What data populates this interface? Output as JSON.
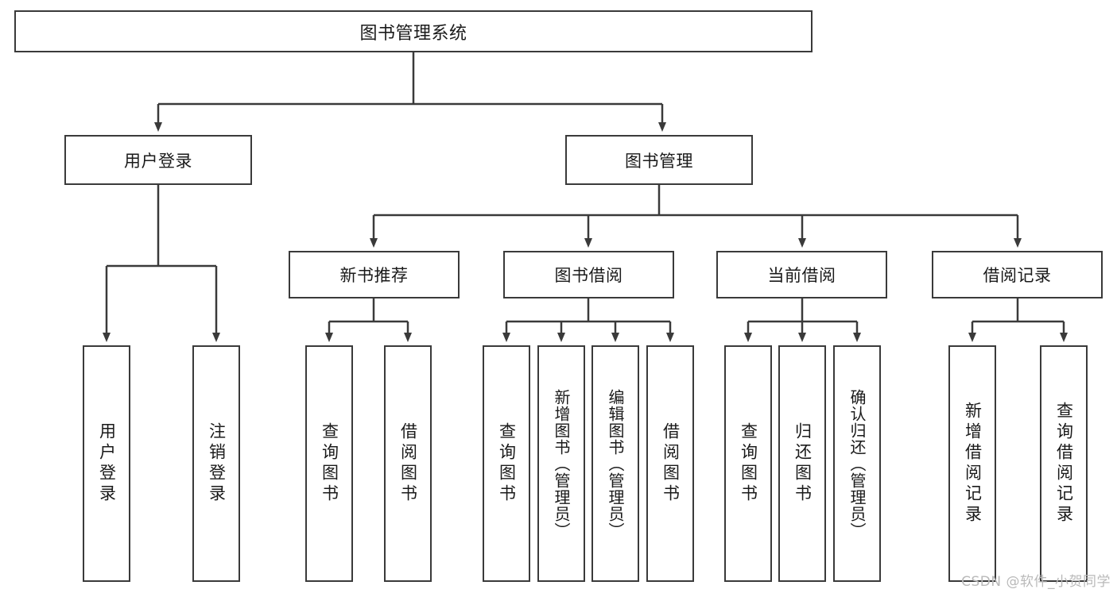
{
  "diagram": {
    "title": "图书管理系统",
    "type": "tree",
    "colors": {
      "box_border": "#3a3a3a",
      "box_fill": "#ffffff",
      "connector": "#3a3a3a",
      "text": "#1a1a1a",
      "watermark": "#b9b9b9",
      "background": "#ffffff"
    },
    "levels": {
      "root": {
        "label": "图书管理系统"
      },
      "level2": [
        {
          "id": "user-login",
          "label": "用户登录"
        },
        {
          "id": "book-manage",
          "label": "图书管理"
        }
      ],
      "level3": [
        {
          "id": "new-book-recommend",
          "label": "新书推荐",
          "parent": "book-manage"
        },
        {
          "id": "book-borrow",
          "label": "图书借阅",
          "parent": "book-manage"
        },
        {
          "id": "current-borrow",
          "label": "当前借阅",
          "parent": "book-manage"
        },
        {
          "id": "borrow-record",
          "label": "借阅记录",
          "parent": "book-manage"
        }
      ],
      "leaves": [
        {
          "id": "leaf-user-login",
          "label": "用户登录",
          "parent": "user-login"
        },
        {
          "id": "leaf-user-logout",
          "label": "注销登录",
          "parent": "user-login"
        },
        {
          "id": "leaf-query-book-1",
          "label": "查询图书",
          "parent": "new-book-recommend"
        },
        {
          "id": "leaf-borrow-book-1",
          "label": "借阅图书",
          "parent": "new-book-recommend"
        },
        {
          "id": "leaf-query-book-2",
          "label": "查询图书",
          "parent": "book-borrow"
        },
        {
          "id": "leaf-add-book",
          "label": "新增图书（管理员）",
          "parent": "book-borrow"
        },
        {
          "id": "leaf-edit-book",
          "label": "编辑图书（管理员）",
          "parent": "book-borrow"
        },
        {
          "id": "leaf-borrow-book-2",
          "label": "借阅图书",
          "parent": "book-borrow"
        },
        {
          "id": "leaf-query-book-3",
          "label": "查询图书",
          "parent": "current-borrow"
        },
        {
          "id": "leaf-return-book",
          "label": "归还图书",
          "parent": "current-borrow"
        },
        {
          "id": "leaf-confirm-return",
          "label": "确认归还（管理员）",
          "parent": "current-borrow"
        },
        {
          "id": "leaf-add-record",
          "label": "新增借阅记录",
          "parent": "borrow-record"
        },
        {
          "id": "leaf-query-record",
          "label": "查询借阅记录",
          "parent": "borrow-record"
        }
      ]
    },
    "watermark": "CSDN @软件_小贺同学"
  }
}
